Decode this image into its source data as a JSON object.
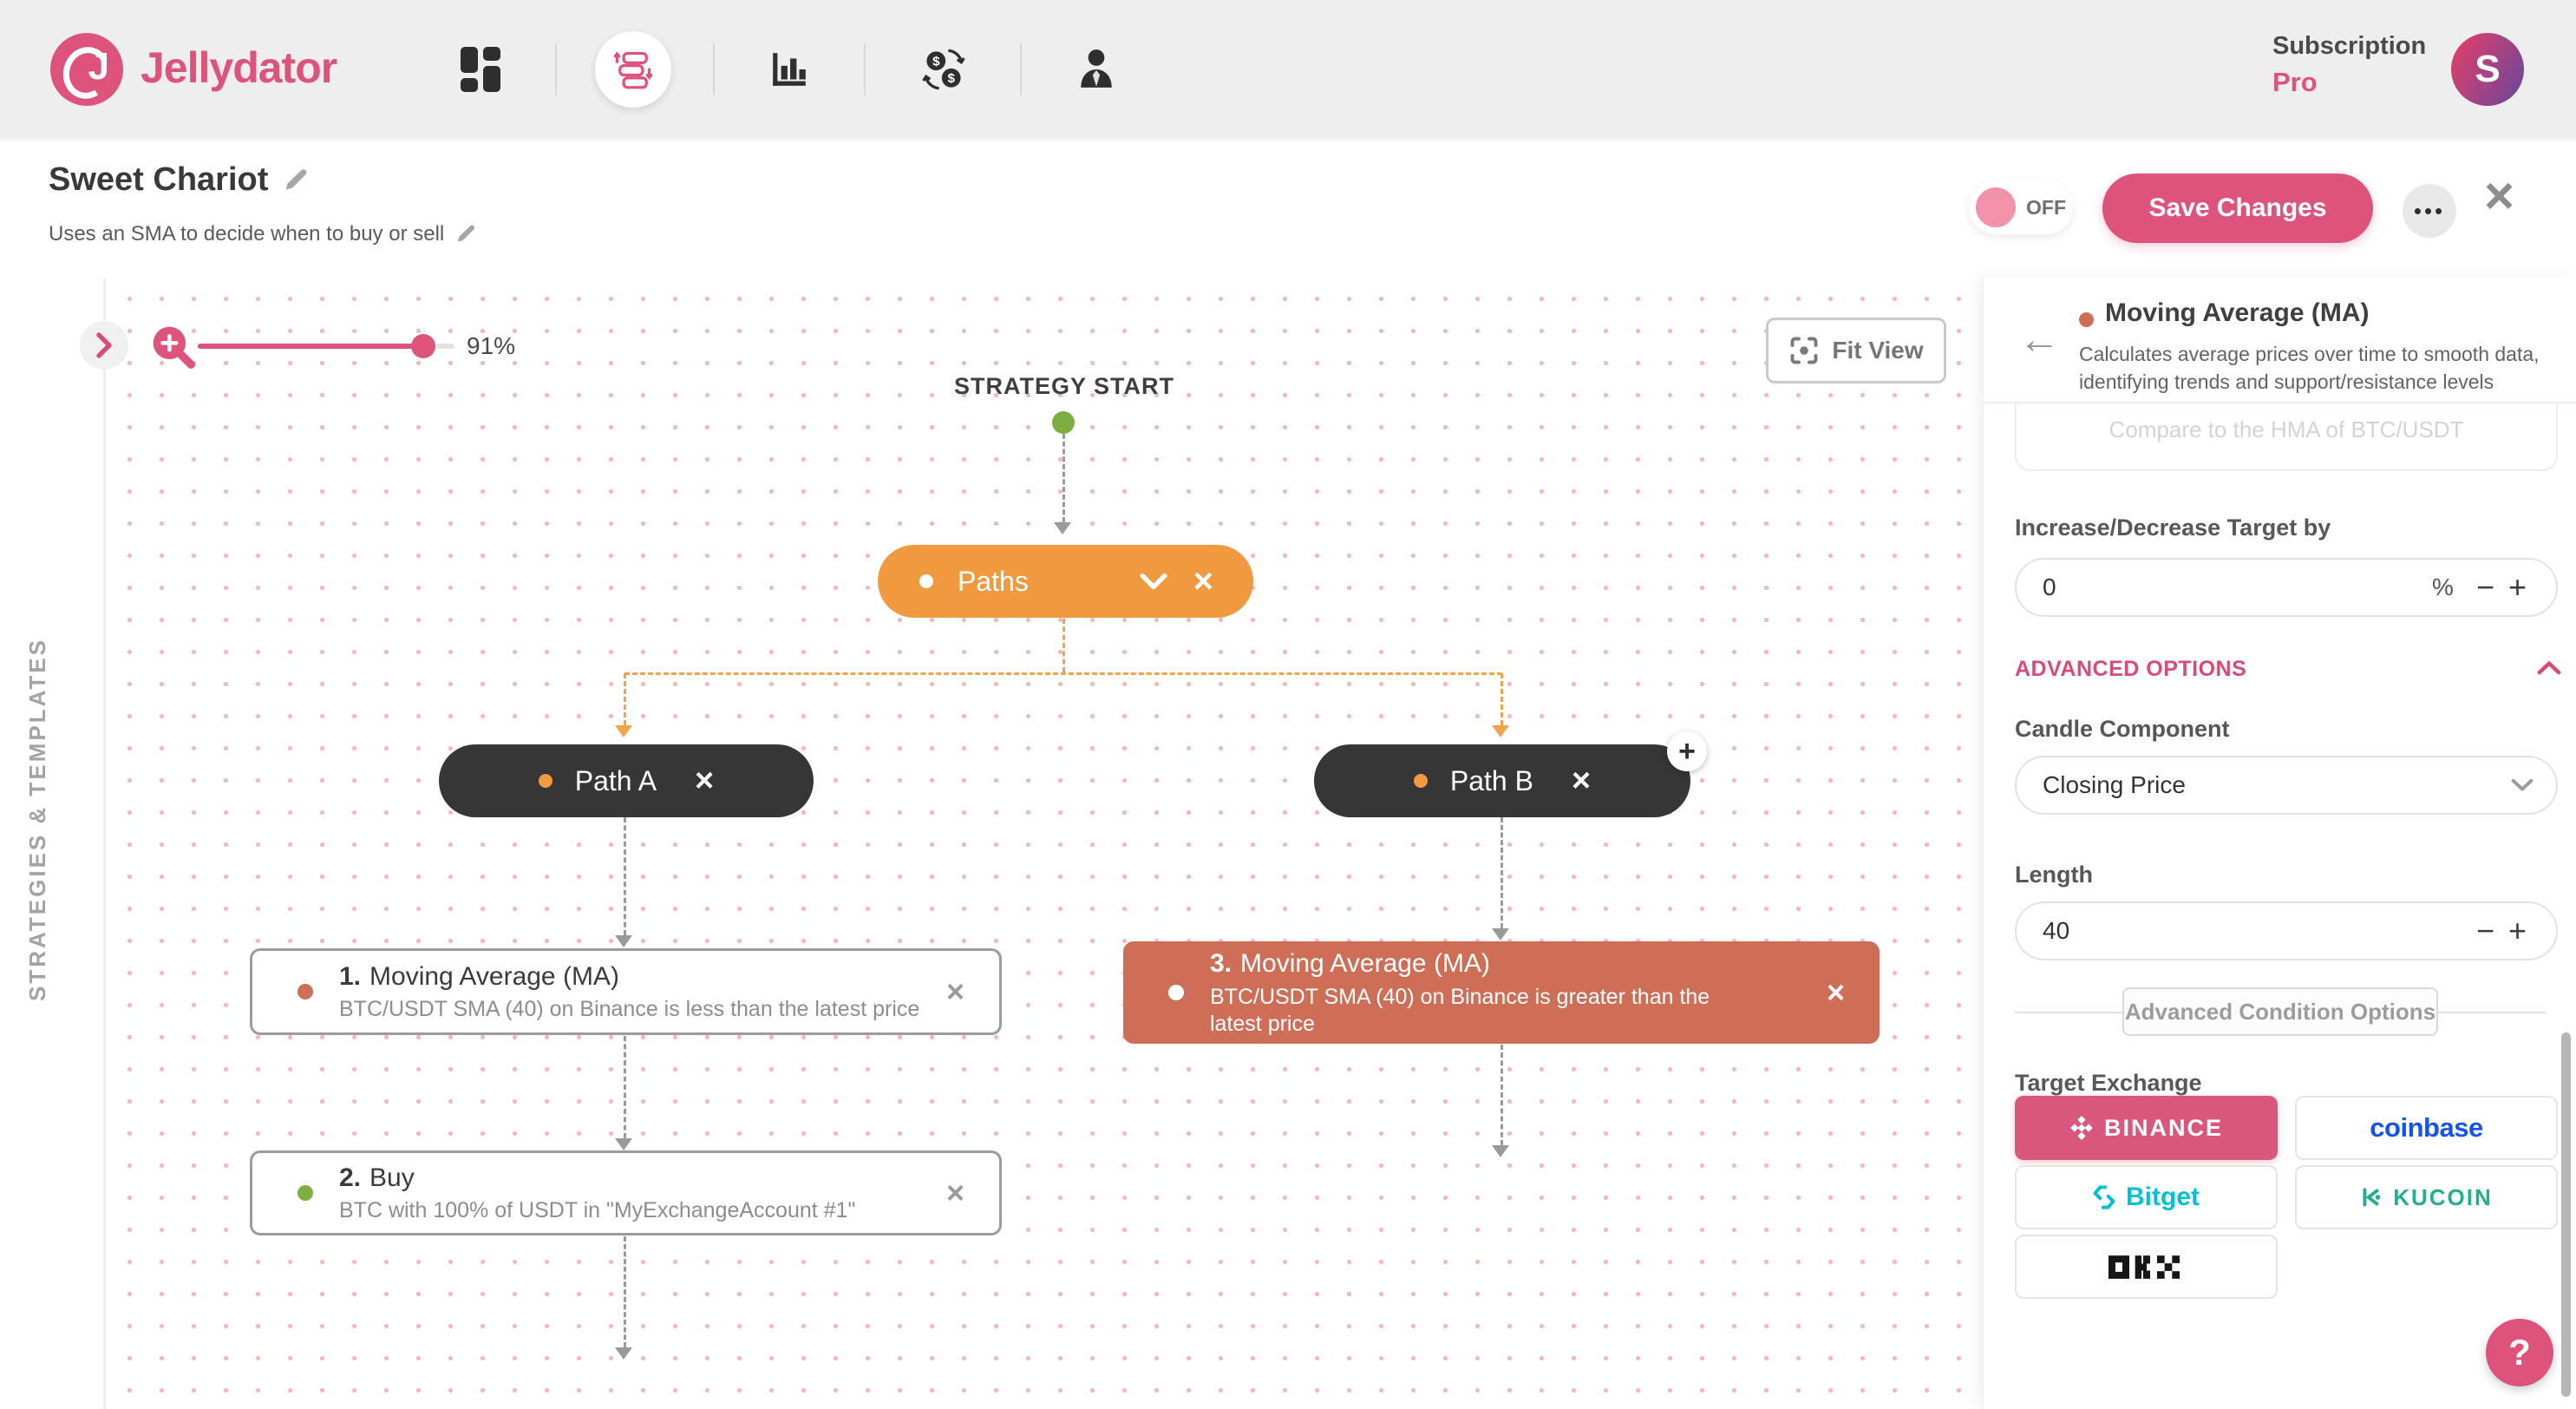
{
  "colors": {
    "accent": "#dd537c",
    "orange": "#f0993e",
    "salmon": "#ce6e57",
    "green": "#7ead40",
    "dark_node": "#363636",
    "coinbase_blue": "#1652f0",
    "bitget_teal": "#00c1d4",
    "kucoin_green": "#23ae8f"
  },
  "glyphs": {
    "close": "×",
    "plus": "+",
    "minus": "−",
    "ellipsis": "•••",
    "back": "←"
  },
  "navbar": {
    "brand": "Jellydator",
    "icons": [
      "dashboard-icon",
      "strategy-builder-icon",
      "analytics-icon",
      "exchange-icon",
      "account-icon"
    ],
    "subscription_label": "Subscription",
    "subscription_tier": "Pro",
    "avatar_initial": "S"
  },
  "header": {
    "title": "Sweet Chariot",
    "subtitle": "Uses an SMA to decide when to buy or sell",
    "toggle_label": "OFF",
    "save_label": "Save Changes"
  },
  "left_rail": {
    "label": "STRATEGIES & TEMPLATES"
  },
  "canvas": {
    "zoom_percent": "91%",
    "fit_view_label": "Fit View",
    "start_label": "STRATEGY START",
    "nodes": {
      "paths": {
        "label": "Paths"
      },
      "path_a": {
        "label": "Path A"
      },
      "path_b": {
        "label": "Path B"
      },
      "cond1": {
        "number": "1.",
        "title": "Moving Average (MA)",
        "subtitle": "BTC/USDT SMA (40) on Binance is less than the latest price"
      },
      "buy": {
        "number": "2.",
        "title": "Buy",
        "subtitle": "BTC with 100% of USDT in \"MyExchangeAccount #1\""
      },
      "cond3": {
        "number": "3.",
        "title": "Moving Average (MA)",
        "subtitle": "BTC/USDT SMA (40) on Binance is greater than the latest price"
      }
    }
  },
  "panel": {
    "title": "Moving Average (MA)",
    "description": "Calculates average prices over time to smooth data, identifying trends and support/resistance levels",
    "clipped_option": "Compare to the HMA of BTC/USDT",
    "target_by": {
      "label": "Increase/Decrease Target by",
      "value": "0",
      "unit": "%"
    },
    "advanced_options_label": "ADVANCED OPTIONS",
    "candle_component": {
      "label": "Candle Component",
      "value": "Closing Price"
    },
    "length": {
      "label": "Length",
      "value": "40"
    },
    "advanced_condition_button": "Advanced Condition Options",
    "target_exchange": {
      "label": "Target Exchange",
      "exchanges": [
        {
          "name": "BINANCE",
          "selected": true
        },
        {
          "name": "coinbase",
          "selected": false
        },
        {
          "name": "Bitget",
          "selected": false
        },
        {
          "name": "KUCOIN",
          "selected": false
        },
        {
          "name": "OKX",
          "selected": false
        }
      ]
    }
  },
  "help": {
    "label": "?"
  }
}
